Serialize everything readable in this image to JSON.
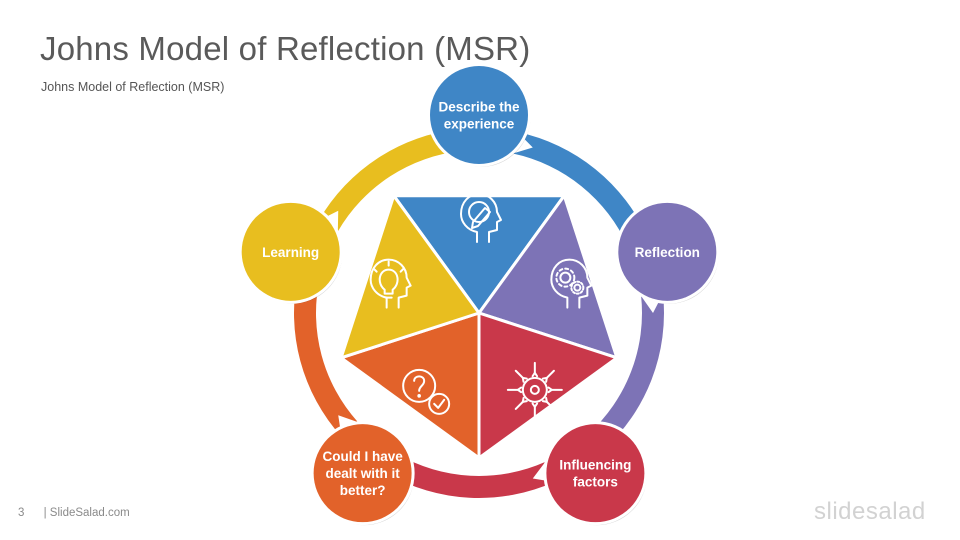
{
  "slide": {
    "title": "Johns Model of Reflection (MSR)",
    "subtitle": "Johns Model of Reflection (MSR)"
  },
  "footer": {
    "page_number": "3",
    "source": "| SlideSalad.com",
    "brand": "slidesalad"
  },
  "diagram": {
    "stages": [
      {
        "label_lines": [
          "Describe the",
          "experience"
        ],
        "color": "#3f86c6",
        "icon": "head-pencil-icon"
      },
      {
        "label_lines": [
          "Reflection"
        ],
        "color": "#7d73b6",
        "icon": "head-gears-icon"
      },
      {
        "label_lines": [
          "Influencing",
          "factors"
        ],
        "color": "#c9384a",
        "icon": "target-arrows-icon"
      },
      {
        "label_lines": [
          "Could I have",
          "dealt with it",
          "better?"
        ],
        "color": "#e2622a",
        "icon": "question-check-icon"
      },
      {
        "label_lines": [
          "Learning"
        ],
        "color": "#e8be1f",
        "icon": "head-lightbulb-icon"
      }
    ]
  }
}
